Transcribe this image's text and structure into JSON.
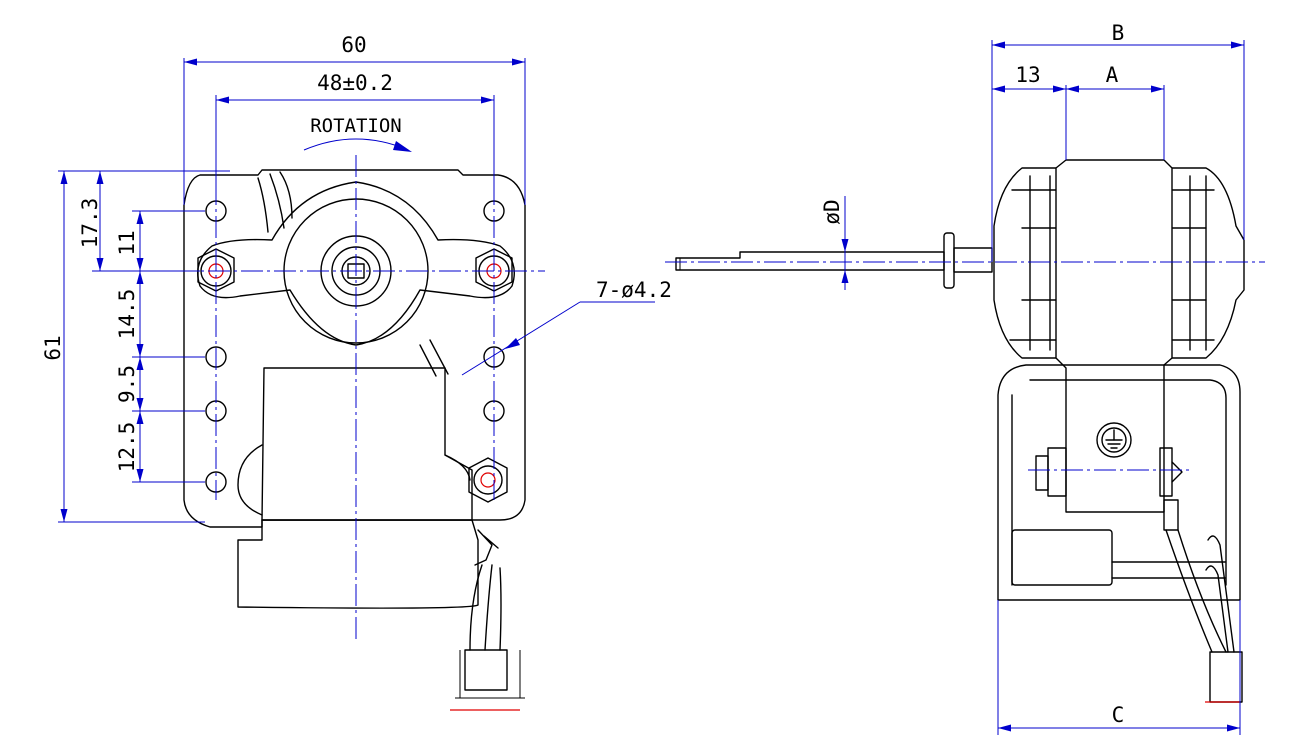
{
  "dimensions": {
    "width_60": "60",
    "hole_spacing": "48±0.2",
    "rotation": "ROTATION",
    "offset_17_3": "17.3",
    "offset_11": "11",
    "spacing_14_5": "14.5",
    "spacing_9_5": "9.5",
    "spacing_12_5": "12.5",
    "height_61": "61",
    "holes": "7-ø4.2",
    "side_B": "B",
    "side_13": "13",
    "side_A": "A",
    "shaft_D": "øD",
    "side_C": "C"
  },
  "colors": {
    "outline": "#000000",
    "dimension": "#0000cc",
    "highlight": "#e00000"
  }
}
